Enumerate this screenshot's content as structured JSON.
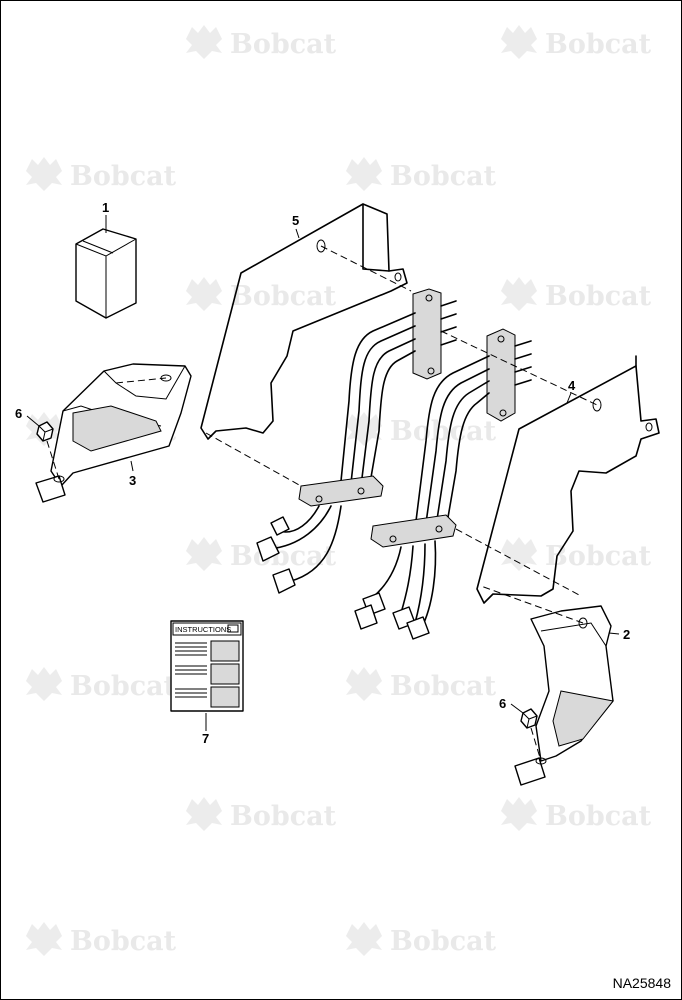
{
  "watermark": {
    "brand": "Bobcat"
  },
  "callouts": [
    {
      "id": "1",
      "label": "1"
    },
    {
      "id": "2",
      "label": "2"
    },
    {
      "id": "3",
      "label": "3"
    },
    {
      "id": "4",
      "label": "4"
    },
    {
      "id": "5",
      "label": "5"
    },
    {
      "id": "6a",
      "label": "6"
    },
    {
      "id": "6b",
      "label": "6"
    },
    {
      "id": "7",
      "label": "7"
    }
  ],
  "instructions_sheet": {
    "title": "INSTRUCTIONS"
  },
  "figure_id": "NA25848"
}
